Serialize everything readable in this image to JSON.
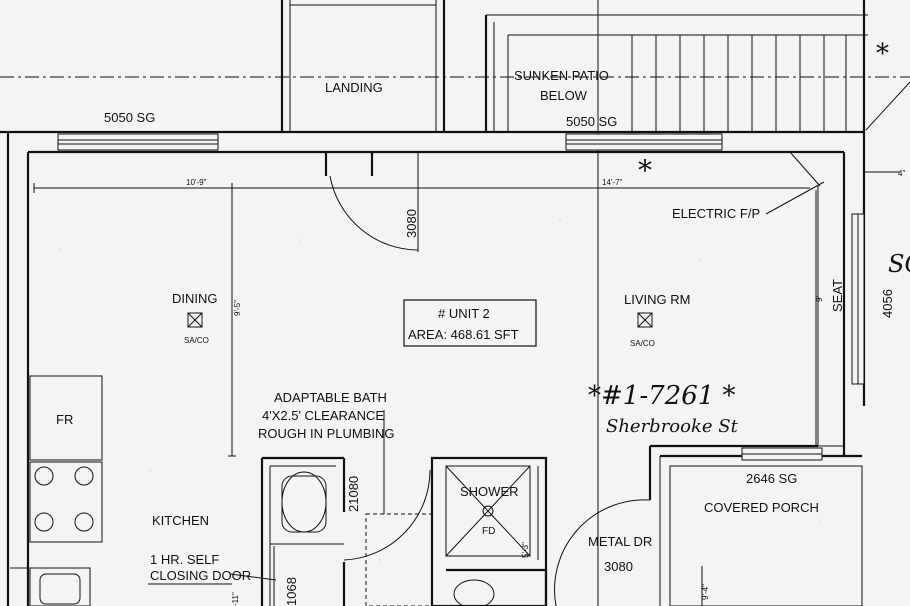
{
  "labels": {
    "landing": "LANDING",
    "sunken_patio_1": "SUNKEN PATIO",
    "sunken_patio_2": "BELOW",
    "window_top_left": "5050 SG",
    "window_top_mid": "5050 SG",
    "dim_left": "10'-9\"",
    "dim_right": "14'-7\"",
    "door_top": "3080",
    "electric_fp": "ELECTRIC F/P",
    "dining": "DINING",
    "dining_sa": "SA/CO",
    "dim_vertical_left": "9'-5\"",
    "unit_title": "# UNIT 2",
    "unit_area": "AREA: 468.61 SFT",
    "living": "LIVING RM",
    "living_sa": "SA/CO",
    "dim_vertical_right": "9'",
    "seat": "SEAT",
    "window_right": "4056",
    "sg_edge": "SG",
    "dim_small": "4\"",
    "fr": "FR",
    "adaptable_1": "ADAPTABLE BATH",
    "adaptable_2": "4'X2.5' CLEARANCE",
    "adaptable_3": "ROUGH IN PLUMBING",
    "door_bath": "21080",
    "shower": "SHOWER",
    "fd": "FD",
    "dim_shower": "5'-3\"",
    "kitchen": "KITCHEN",
    "closing_1": "1 HR. SELF",
    "closing_2": "CLOSING DOOR",
    "dim_kitchen": "-11\"",
    "door_closet": "1068",
    "metal_dr": "METAL DR",
    "metal_dr_size": "3080",
    "window_porch": "2646 SG",
    "covered_porch": "COVERED PORCH",
    "dim_porch": "9'-4\"",
    "note_star_top": "*",
    "note_star_right": "*",
    "handwritten_1": "*#1-7261 *",
    "handwritten_2": "Sherbrooke St"
  }
}
